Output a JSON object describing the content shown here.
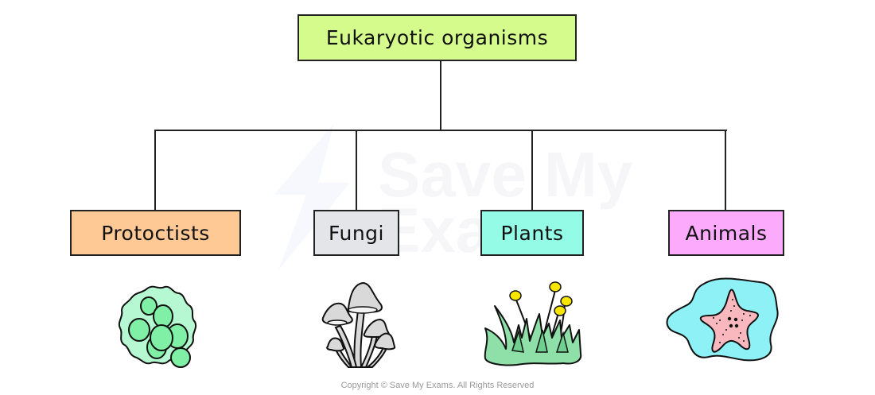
{
  "diagram": {
    "type": "tree",
    "root": {
      "label": "Eukaryotic organisms",
      "color": "#d4fb8c"
    },
    "children": [
      {
        "label": "Protoctists",
        "color": "#ffc995",
        "illustration": "protoctist-cell-cluster"
      },
      {
        "label": "Fungi",
        "color": "#e4e5e8",
        "illustration": "mushrooms"
      },
      {
        "label": "Plants",
        "color": "#93fbe6",
        "illustration": "grass-with-yellow-flowers"
      },
      {
        "label": "Animals",
        "color": "#fcaafc",
        "illustration": "starfish-in-water"
      }
    ]
  },
  "watermark": {
    "line1": "Save My",
    "line2": "Exams"
  },
  "footer": {
    "copyright": "Copyright © Save My Exams. All Rights Reserved"
  }
}
